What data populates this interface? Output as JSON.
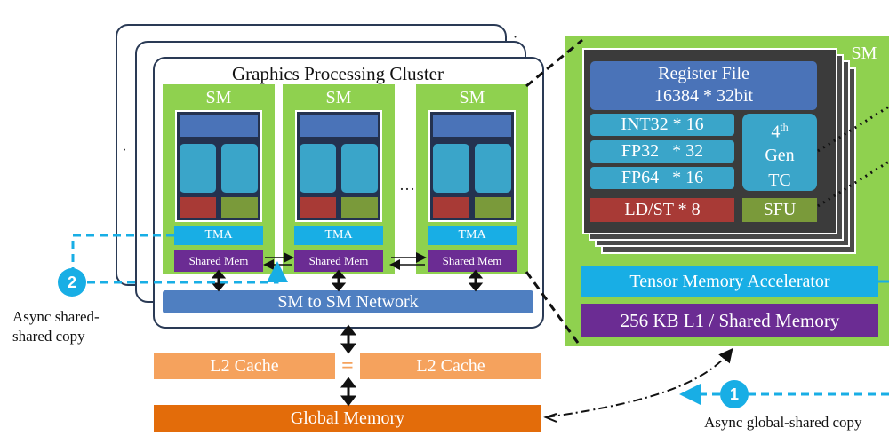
{
  "gpc": {
    "title": "Graphics Processing Cluster",
    "sm_label": "SM",
    "tma_label": "TMA",
    "shared_mem_label": "Shared Mem",
    "ellipsis": "…",
    "network_label": "SM to SM Network"
  },
  "memory": {
    "l2_left": "L2 Cache",
    "l2_right": "L2 Cache",
    "l2_link": "=",
    "global": "Global Memory"
  },
  "sm_detail": {
    "label": "SM",
    "register_file_line1": "Register File",
    "register_file_line2": "16384 * 32bit",
    "int32": "INT32 * 16",
    "fp32": "FP32   * 32",
    "fp64": "FP64   * 16",
    "tc_num": "4",
    "tc_sup": "th",
    "tc_gen": "Gen",
    "tc_tc": "TC",
    "ldst": "LD/ST * 8",
    "sfu": "SFU",
    "tma": "Tensor Memory Accelerator",
    "l1": "256 KB L1 / Shared Memory"
  },
  "annotations": {
    "step1_number": "1",
    "step1_text": "Async global-shared copy",
    "step2_number": "2",
    "step2_text_line1": "Async shared-",
    "step2_text_line2": "shared copy"
  },
  "colors": {
    "sm_green": "#8fd14f",
    "register_blue": "#4a73b8",
    "unit_blue": "#3aa5c9",
    "tma_cyan": "#18aee5",
    "shared_purple": "#6b2c93",
    "l2_orange": "#f5a25d",
    "global_orange": "#e36c0a",
    "ldst_red": "#a83a36",
    "sfu_olive": "#7a9a3a"
  }
}
